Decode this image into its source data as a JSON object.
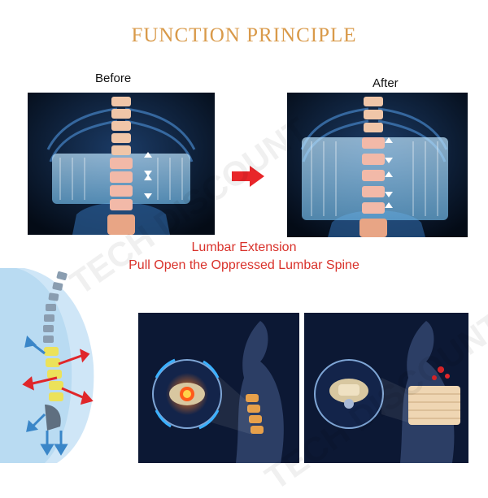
{
  "header": {
    "title": "FUNCTION PRINCIPLE"
  },
  "comparison": {
    "before_label": "Before",
    "after_label": "After"
  },
  "caption": {
    "line1": "Lumbar Extension",
    "line2": "Pull Open the Oppressed Lumbar Spine"
  },
  "colors": {
    "title": "#d99a4a",
    "caption": "#d9322b",
    "arrow": "#e8262a"
  },
  "watermark": {
    "text": "TECH DISCOUNT"
  }
}
